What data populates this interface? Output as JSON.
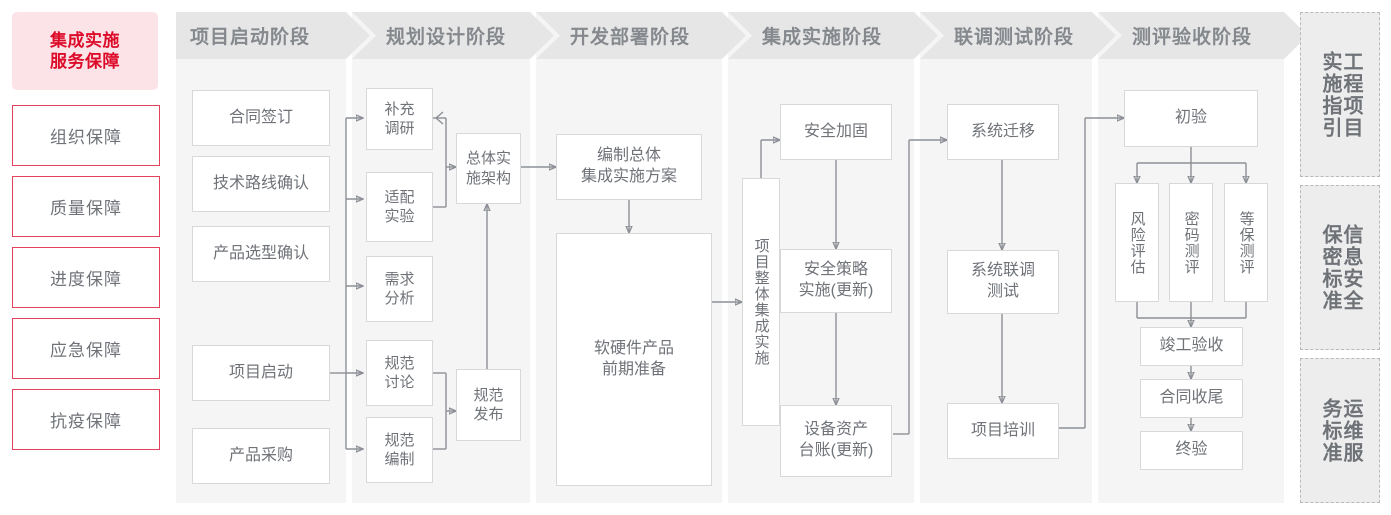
{
  "colors": {
    "accent_red": "#dd0b2a",
    "accent_border": "#e4415c",
    "hero_bg": "#fbe3e7",
    "panel_bg": "#f5f5f5",
    "header_bg": "#e6e6e6",
    "node_text": "#6f7378",
    "wire": "#8c9096"
  },
  "left_rail": {
    "hero_line1": "集成实施",
    "hero_line2": "服务保障",
    "items": [
      {
        "label": "组织保障"
      },
      {
        "label": "质量保障"
      },
      {
        "label": "进度保障"
      },
      {
        "label": "应急保障"
      },
      {
        "label": "抗疫保障"
      }
    ]
  },
  "phases": [
    {
      "id": "p1",
      "title": "项目启动阶段"
    },
    {
      "id": "p2",
      "title": "规划设计阶段"
    },
    {
      "id": "p3",
      "title": "开发部署阶段"
    },
    {
      "id": "p4",
      "title": "集成实施阶段"
    },
    {
      "id": "p5",
      "title": "联调测试阶段"
    },
    {
      "id": "p6",
      "title": "测评验收阶段"
    }
  ],
  "nodes": {
    "n_contract": "合同签订",
    "n_techroute": "技术路线确认",
    "n_product_sel": "产品选型确认",
    "n_kickoff": "项目启动",
    "n_purchase": "产品采购",
    "n_supp_research": "补充\n调研",
    "n_adapt_test": "适配\n实验",
    "n_req_analysis": "需求\n分析",
    "n_spec_discuss": "规范\n讨论",
    "n_spec_draft": "规范\n编制",
    "n_arch": "总体实\n施架构",
    "n_spec_pub": "规范\n发布",
    "n_plan_doc": "编制总体\n集成实施方案",
    "n_hw_sw_prep": "软硬件产品\n前期准备",
    "n_overall_integration": "项目整体集成实施",
    "n_sec_harden": "安全加固",
    "n_sec_policy": "安全策略\n实施(更新)",
    "n_asset_ledger": "设备资产\n台账(更新)",
    "n_sys_migrate": "系统迁移",
    "n_joint_test": "系统联调\n测试",
    "n_training": "项目培训",
    "n_first_accept": "初验",
    "n_risk_eval": "风险评估",
    "n_crypto_eval": "密码测评",
    "n_level_eval": "等保测评",
    "n_completion": "竣工验收",
    "n_contract_close": "合同收尾",
    "n_final_accept": "终验"
  },
  "standards_rail": [
    {
      "label": "工程项目实施指引"
    },
    {
      "label": "信息安全保密标准"
    },
    {
      "label": "运维服务标准"
    }
  ]
}
